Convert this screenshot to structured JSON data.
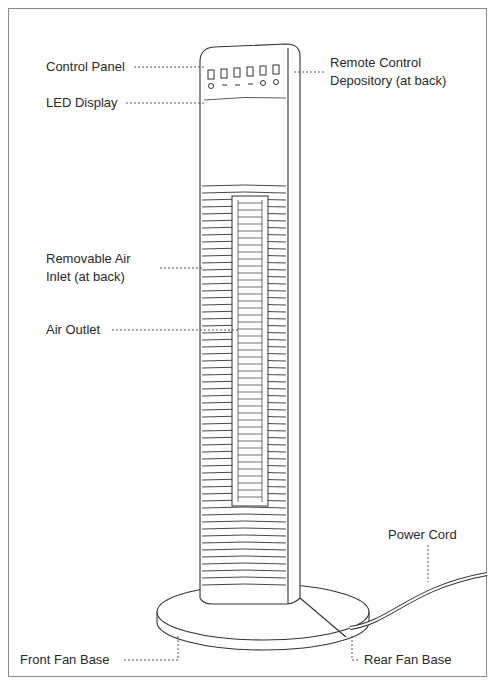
{
  "diagram": {
    "labels": [
      "Control Panel",
      "Remote Control Depository (at back)",
      "LED Display",
      "Removable Air Inlet (at back)",
      "Air Outlet",
      "Power Cord",
      "Front Fan Base",
      "Rear Fan Base"
    ]
  }
}
